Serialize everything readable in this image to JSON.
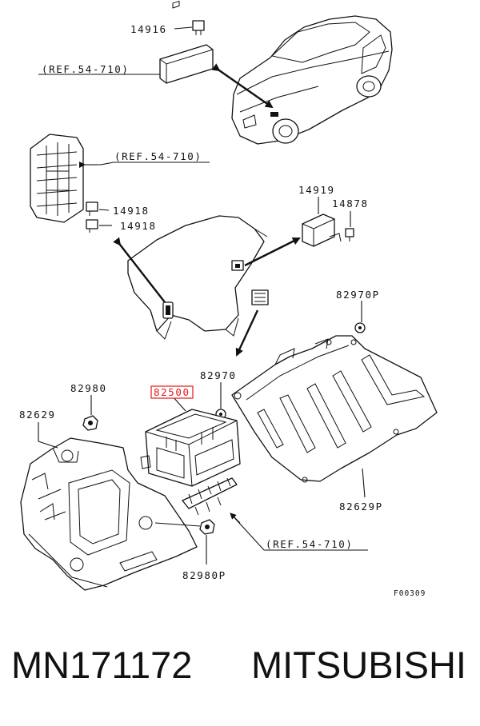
{
  "labels": {
    "p14916": "14916",
    "ref_top": "(REF.54-710)",
    "ref_mid": "(REF.54-710)",
    "p14919": "14919",
    "p14878": "14878",
    "p14918a": "14918",
    "p14918b": "14918",
    "p82970P": "82970P",
    "p82980": "82980",
    "p82500": "82500",
    "p82970": "82970",
    "p82629": "82629",
    "p82629P": "82629P",
    "ref_bottom": "(REF.54-710)",
    "p82980P": "82980P",
    "fig_code": "F00309"
  },
  "highlight_color": "#e01b1b",
  "footer": {
    "part_number": "MN171172",
    "brand": "MITSUBISHI"
  }
}
